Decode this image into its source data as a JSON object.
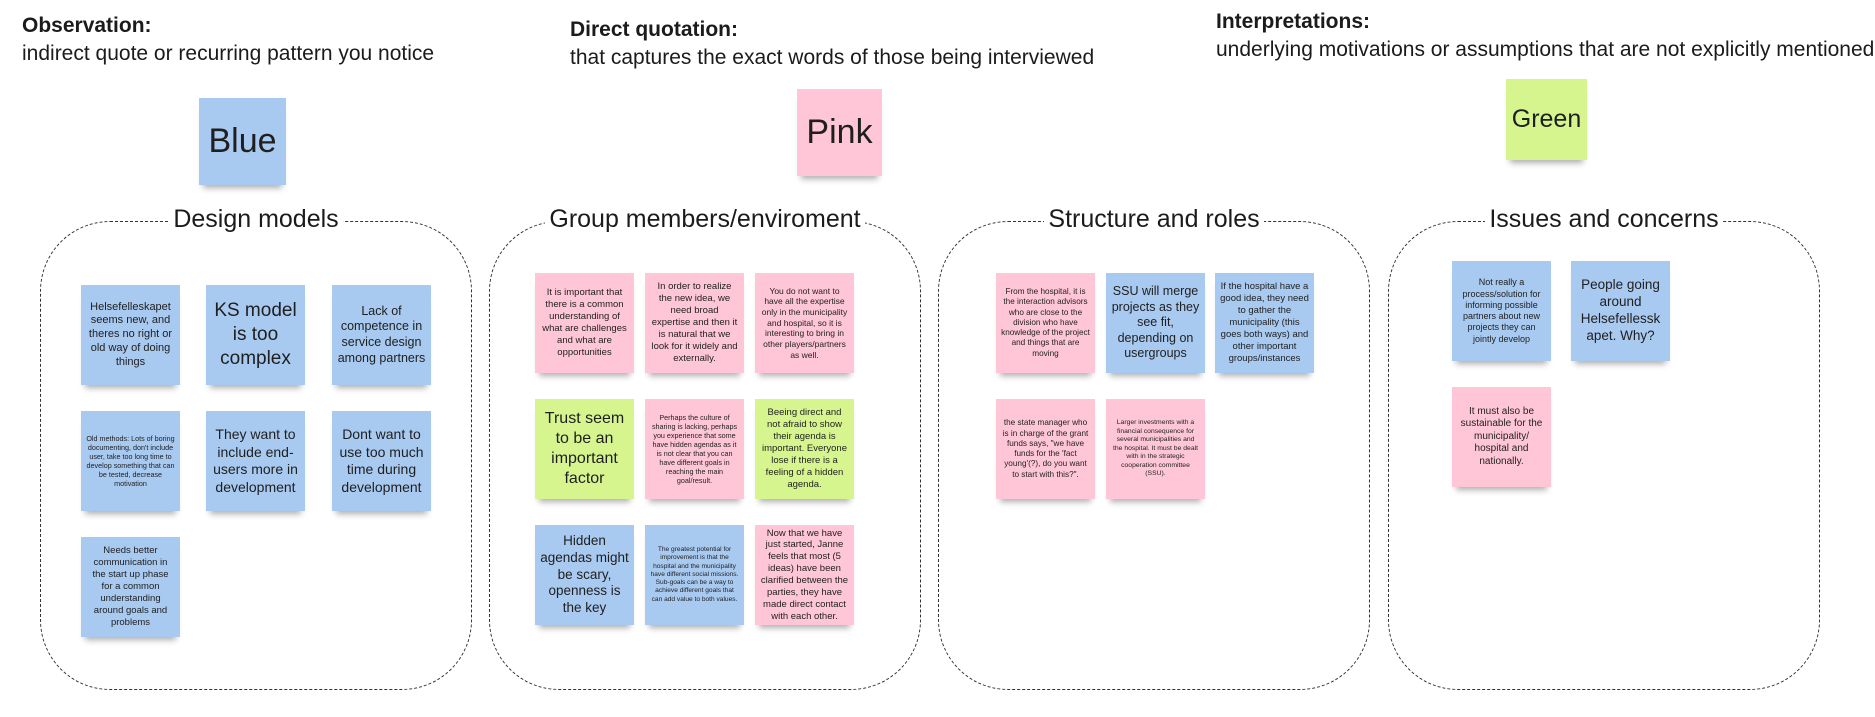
{
  "legend": {
    "observation": {
      "title": "Observation:",
      "desc": "indirect quote or recurring pattern you notice",
      "key": "Blue"
    },
    "quotation": {
      "title": "Direct quotation:",
      "desc": "that captures the exact words of those being interviewed",
      "key": "Pink"
    },
    "interpretation": {
      "title": "Interpretations:",
      "desc": "underlying motivations or assumptions that are not explicitly mentioned.",
      "key": "Green"
    }
  },
  "colors": {
    "blue": "#a8c9f0",
    "pink": "#ffc6d7",
    "green": "#d6f58f",
    "border": "#333333"
  },
  "groups": [
    {
      "title": "Design models",
      "notes": [
        "Helsefelleskapet seems new, and theres no right or old way of doing things",
        "KS model is too complex",
        "Lack of competence in service design among partners",
        "Old methods: Lots of boring documenting, don't include user, take too long time to develop something that can be tested, decrease motivation",
        "They want to include end-users more in development",
        "Dont want to use too much time during development",
        "Needs better communication in the start up phase for a common understanding around goals and problems"
      ]
    },
    {
      "title": "Group members/enviroment",
      "notes": [
        "It is important that there is a common understanding of what are challenges and what are opportunities",
        "In order to realize the new idea, we need broad expertise and then it is natural that we look for it widely and externally.",
        "You do not want to have all the expertise only in the municipality and hospital, so it is interesting to bring in other players/partners as well.",
        "Trust seem to be an important factor",
        "Perhaps the culture of sharing is lacking, perhaps you experience that some have hidden agendas as it is not clear that you can have different goals in reaching the main goal/result.",
        "Beeing direct and not afraid to show their agenda is important. Everyone lose if there is a feeling of a hidden agenda.",
        "Hidden agendas might be scary, openness is the key",
        "The greatest potential for improvement is that the hospital and the municipality have different social missions. Sub-goals can be a way to achieve different goals that can add value to both values.",
        "Now that we have just started, Janne feels that most (5 ideas) have been clarified between the parties, they have made direct contact with each other."
      ]
    },
    {
      "title": "Structure and roles",
      "notes": [
        "From the hospital, it is the interaction advisors who are close to the division who have knowledge of the project and things that are moving",
        "SSU will merge projects as they see fit, depending on usergroups",
        "If the hospital have a good idea, they need to gather the municipality (this goes both ways) and other important groups/instances",
        "the state manager who is in charge of the grant funds says, \"we have funds for the 'fact young'(?), do you want to start with this?\".",
        "Larger investments with a financial consequence for several municipalities and the hospital. It must be dealt with in the strategic cooperation committee (SSU)."
      ]
    },
    {
      "title": "Issues and concerns",
      "notes": [
        "Not really a process/solution for informing possible partners about new projects they can jointly develop",
        "People going around Helsefellessk apet. Why?",
        "It must also be sustainable for the municipality/ hospital and nationally."
      ]
    }
  ]
}
